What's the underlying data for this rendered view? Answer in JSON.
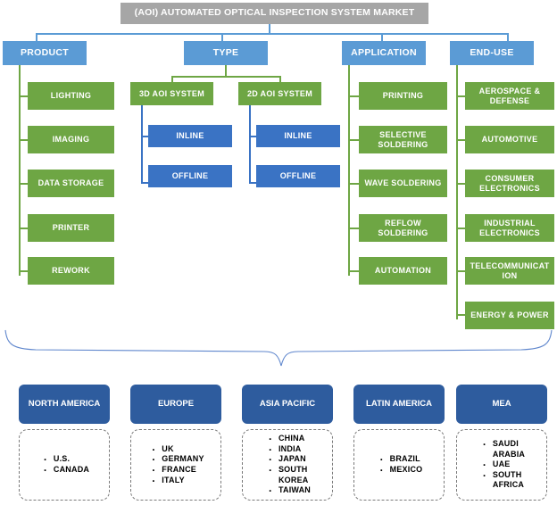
{
  "title": "(AOI) AUTOMATED OPTICAL INSPECTION SYSTEM MARKET",
  "segments": [
    {
      "header": "PRODUCT",
      "items": [
        "LIGHTING",
        "IMAGING",
        "DATA STORAGE",
        "PRINTER",
        "REWORK"
      ]
    },
    {
      "header": "TYPE",
      "groups": [
        {
          "label": "3D AOI SYSTEM",
          "children": [
            "INLINE",
            "OFFLINE"
          ]
        },
        {
          "label": "2D AOI SYSTEM",
          "children": [
            "INLINE",
            "OFFLINE"
          ]
        }
      ]
    },
    {
      "header": "APPLICATION",
      "items": [
        "PRINTING",
        "SELECTIVE SOLDERING",
        "WAVE SOLDERING",
        "REFLOW SOLDERING",
        "AUTOMATION"
      ]
    },
    {
      "header": "END-USE",
      "items": [
        "AEROSPACE & DEFENSE",
        "AUTOMOTIVE",
        "CONSUMER ELECTRONICS",
        "INDUSTRIAL ELECTRONICS",
        "TELECOMMUNICAT ION",
        "ENERGY & POWER"
      ]
    }
  ],
  "regions": [
    {
      "name": "NORTH AMERICA",
      "countries": [
        "U.S.",
        "CANADA"
      ]
    },
    {
      "name": "EUROPE",
      "countries": [
        "UK",
        "GERMANY",
        "FRANCE",
        "ITALY"
      ]
    },
    {
      "name": "ASIA PACIFIC",
      "countries": [
        "CHINA",
        "INDIA",
        "JAPAN",
        "SOUTH\nKOREA",
        "TAIWAN"
      ]
    },
    {
      "name": "LATIN AMERICA",
      "countries": [
        "BRAZIL",
        "MEXICO"
      ]
    },
    {
      "name": "MEA",
      "countries": [
        "SAUDI\nARABIA",
        "UAE",
        "SOUTH\nAFRICA"
      ]
    }
  ],
  "colors": {
    "title_bg": "#A6A6A6",
    "header_bg": "#5B9BD5",
    "green": "#6EA644",
    "blue_sub": "#3A73C4",
    "region_bg": "#2E5C9E",
    "brace": "#4472C4"
  }
}
